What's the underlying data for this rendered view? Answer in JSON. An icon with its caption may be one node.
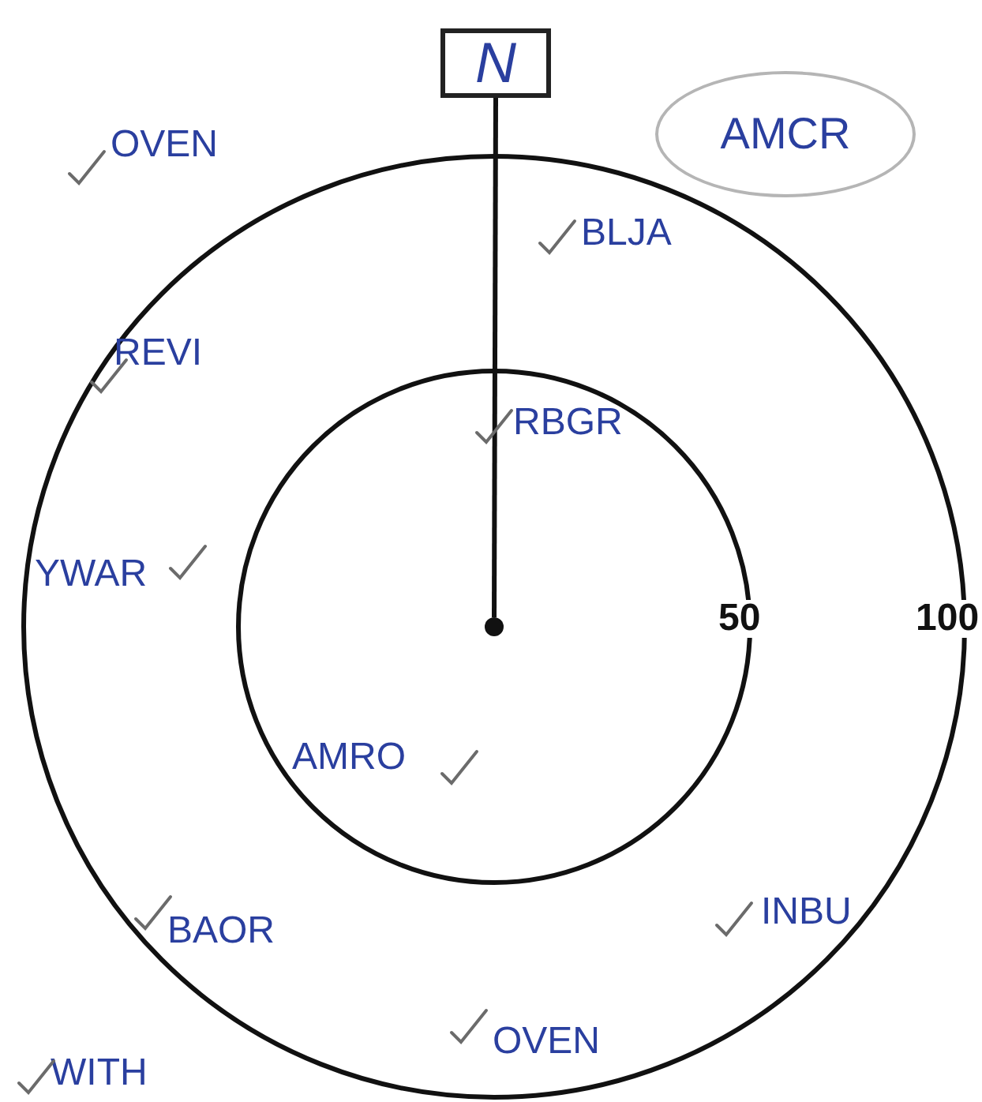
{
  "diagram": {
    "nodes": [
      {
        "text": [
          "N"
        ]
      },
      {
        "text": [],
        "shape": "circle"
      },
      {
        "text": [
          "AMCR"
        ]
      }
    ],
    "edges": [
      {
        "from": 0,
        "to": 1,
        "arrow": "none"
      }
    ],
    "labels": [
      "OVEN",
      "BLJA",
      "REVI",
      "RBGR",
      "YWAR",
      "50",
      "100",
      "AMRO",
      "BAOR",
      "INBU",
      "OVEN",
      "WITH"
    ]
  }
}
